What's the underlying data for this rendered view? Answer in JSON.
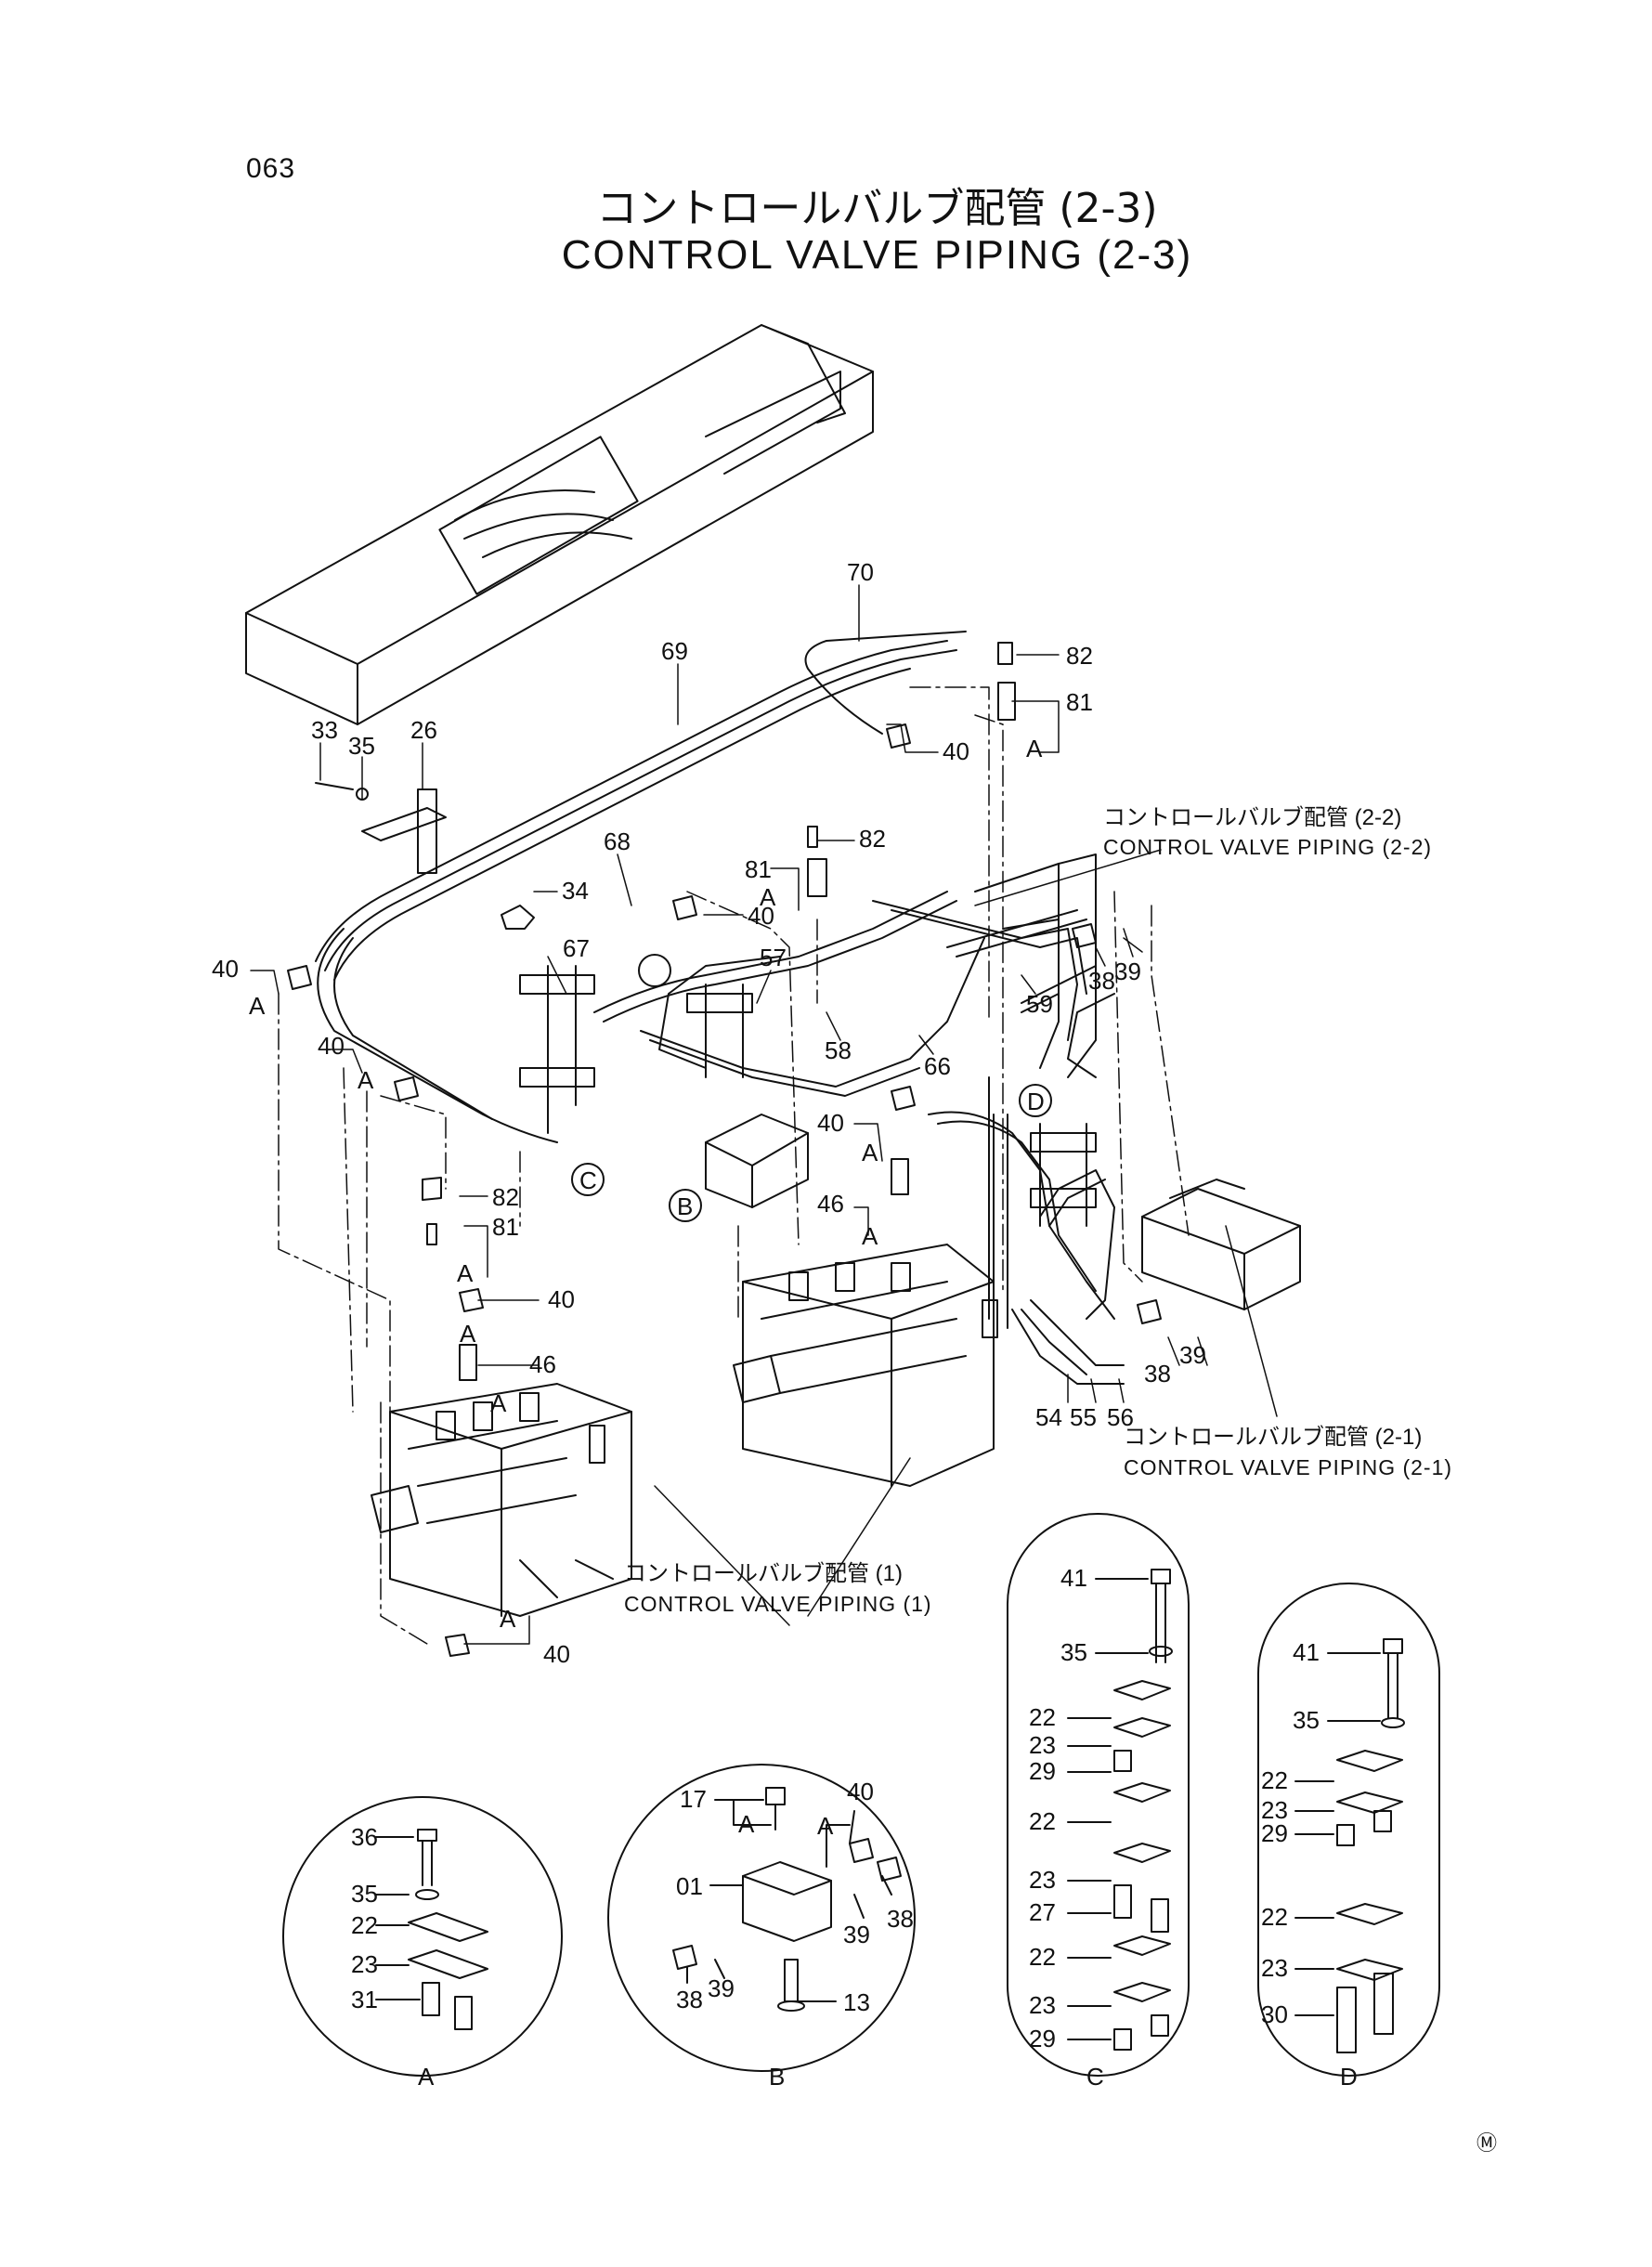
{
  "header": {
    "page_number": "063",
    "title_jp": "コントロールバルブ配管 (2-3)",
    "title_en": "CONTROL VALVE PIPING (2-3)"
  },
  "references": {
    "piping_2_2": {
      "jp": "コントロールバルブ配管 (2-2)",
      "en": "CONTROL VALVE PIPING (2-2)"
    },
    "piping_2_1": {
      "jp": "コントロールバルブ配管 (2-1)",
      "en": "CONTROL VALVE PIPING (2-1)"
    },
    "piping_1": {
      "jp": "コントロールバルブ配管 (1)",
      "en": "CONTROL VALVE PIPING (1)"
    }
  },
  "main_callouts": [
    "70",
    "69",
    "82",
    "81",
    "A",
    "40",
    "33",
    "35",
    "26",
    "68",
    "34",
    "82",
    "81",
    "A",
    "40",
    "67",
    "57",
    "58",
    "66",
    "59",
    "38",
    "39",
    "40",
    "A",
    "40",
    "A",
    "C",
    "B",
    "D",
    "40",
    "A",
    "46",
    "A",
    "82",
    "81",
    "A",
    "40",
    "A",
    "46",
    "A",
    "A",
    "40",
    "38",
    "39",
    "54",
    "55",
    "56"
  ],
  "detail_views": {
    "A": {
      "label": "A",
      "parts": [
        "36",
        "35",
        "22",
        "23",
        "31"
      ]
    },
    "B": {
      "label": "B",
      "parts": [
        "17",
        "A",
        "01",
        "38",
        "39",
        "40",
        "A",
        "39",
        "38",
        "13"
      ]
    },
    "C": {
      "label": "C",
      "parts": [
        "41",
        "35",
        "22",
        "23",
        "29",
        "22",
        "23",
        "27",
        "22",
        "23",
        "29"
      ]
    },
    "D": {
      "label": "D",
      "parts": [
        "41",
        "35",
        "22",
        "23",
        "29",
        "22",
        "23",
        "30"
      ]
    }
  },
  "corner_mark": "Ⓜ"
}
